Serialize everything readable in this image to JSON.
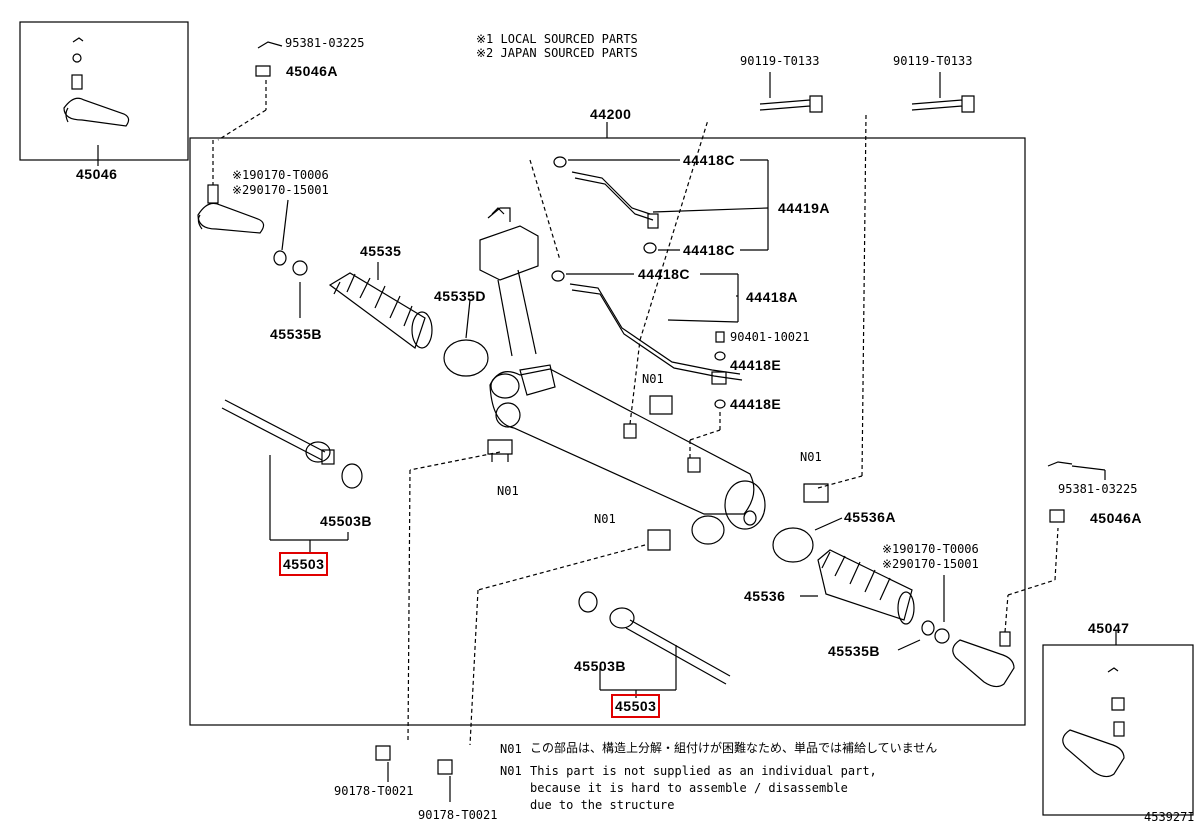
{
  "header_notes": {
    "note1": "※1 LOCAL SOURCED PARTS",
    "note2": "※2 JAPAN SOURCED PARTS"
  },
  "parts": {
    "p95381_top": "95381-03225",
    "p45046A_top": "45046A",
    "p45046": "45046",
    "p44200": "44200",
    "p90119_a": "90119-T0133",
    "p90119_b": "90119-T0133",
    "p190170_top": "※190170-T0006",
    "p290170_top": "※290170-15001",
    "p45535": "45535",
    "p45535D": "45535D",
    "p45535B_left": "45535B",
    "p44418C_1": "44418C",
    "p44419A": "44419A",
    "p44418C_2": "44418C",
    "p44418C_3": "44418C",
    "p44418A": "44418A",
    "p90401": "90401-10021",
    "p44418E_1": "44418E",
    "p44418E_2": "44418E",
    "pN01_1": "N01",
    "pN01_2": "N01",
    "pN01_3": "N01",
    "pN01_4": "N01",
    "p45503B_left": "45503B",
    "p45503_left": "45503",
    "p45536A": "45536A",
    "p95381_right": "95381-03225",
    "p45046A_right": "45046A",
    "p190170_right": "※190170-T0006",
    "p290170_right": "※290170-15001",
    "p45536": "45536",
    "p45535B_right": "45535B",
    "p45503B_right": "45503B",
    "p45503_right": "45503",
    "p45047": "45047",
    "p90178_a": "90178-T0021",
    "p90178_b": "90178-T0021"
  },
  "footnote": {
    "n01_a_code": "N01",
    "n01_a_text": "この部品は、構造上分解・組付けが困難なため、単品では補給していません",
    "n01_b_code": "N01",
    "n01_b_text1": "This part is not supplied as an individual part,",
    "n01_b_text2": "because it is hard to assemble / disassemble",
    "n01_b_text3": "due to the structure"
  },
  "figure_id": "453927I",
  "colors": {
    "highlight": "#e00000",
    "line": "#000000"
  }
}
